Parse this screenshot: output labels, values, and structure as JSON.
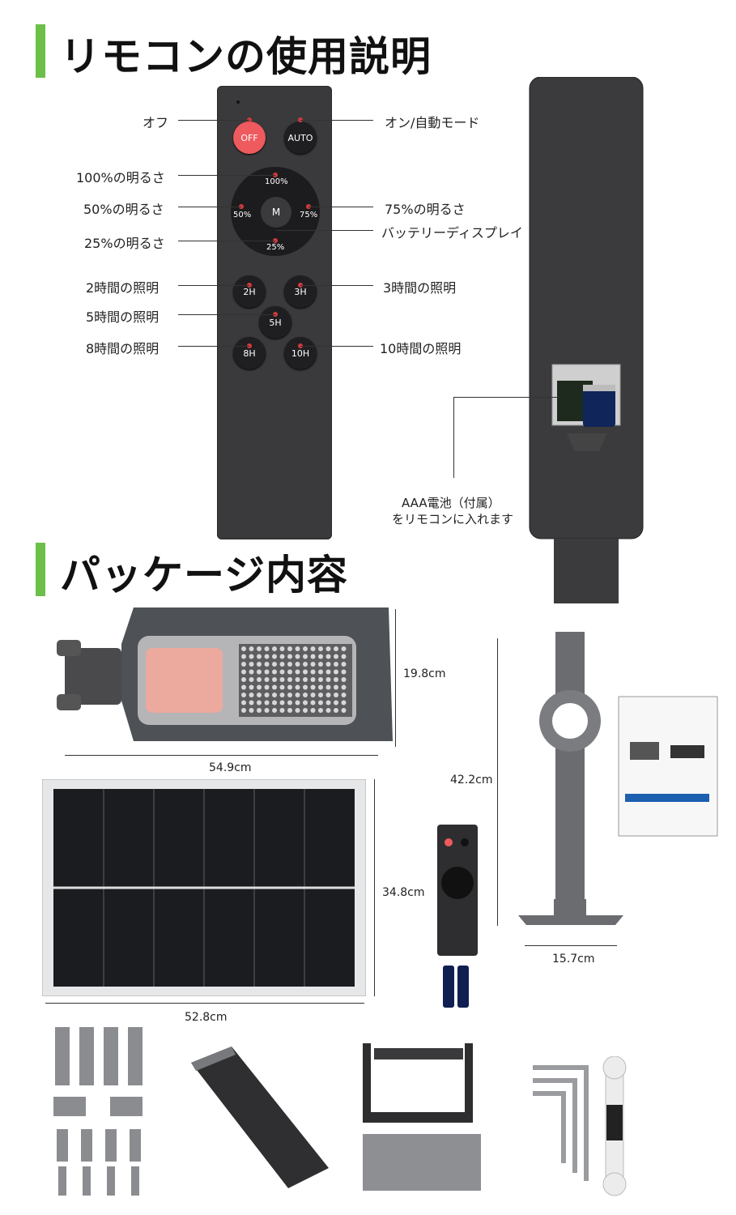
{
  "section1": {
    "title": "リモコンの使用説明"
  },
  "section2": {
    "title": "パッケージ内容"
  },
  "remote": {
    "buttons": {
      "off": "OFF",
      "auto": "AUTO",
      "b100": "100%",
      "b50": "50%",
      "b75": "75%",
      "b25": "25%",
      "m": "M",
      "h2": "2H",
      "h3": "3H",
      "h5": "5H",
      "h8": "8H",
      "h10": "10H"
    },
    "labels": {
      "off": "オフ",
      "on_auto": "オン/自動モード",
      "b100": "100%の明るさ",
      "b50": "50%の明るさ",
      "b75": "75%の明るさ",
      "battery_display": "バッテリーディスプレイ",
      "b25": "25%の明るさ",
      "h2": "2時間の照明",
      "h3": "3時間の照明",
      "h5": "5時間の照明",
      "h8": "8時間の照明",
      "h10": "10時間の照明"
    },
    "battery_note": [
      "AAA電池（付属）",
      "をリモコンに入れます"
    ]
  },
  "package": {
    "light_height": "19.8cm",
    "light_width": "54.9cm",
    "panel_height": "34.8cm",
    "panel_width": "52.8cm",
    "pole_height": "42.2cm",
    "pole_width": "15.7cm"
  },
  "colors": {
    "accent": "#6cc04a",
    "remote_body": "#3a3a3c",
    "off_button": "#ef5a5f",
    "dot": "#d23a3a"
  }
}
